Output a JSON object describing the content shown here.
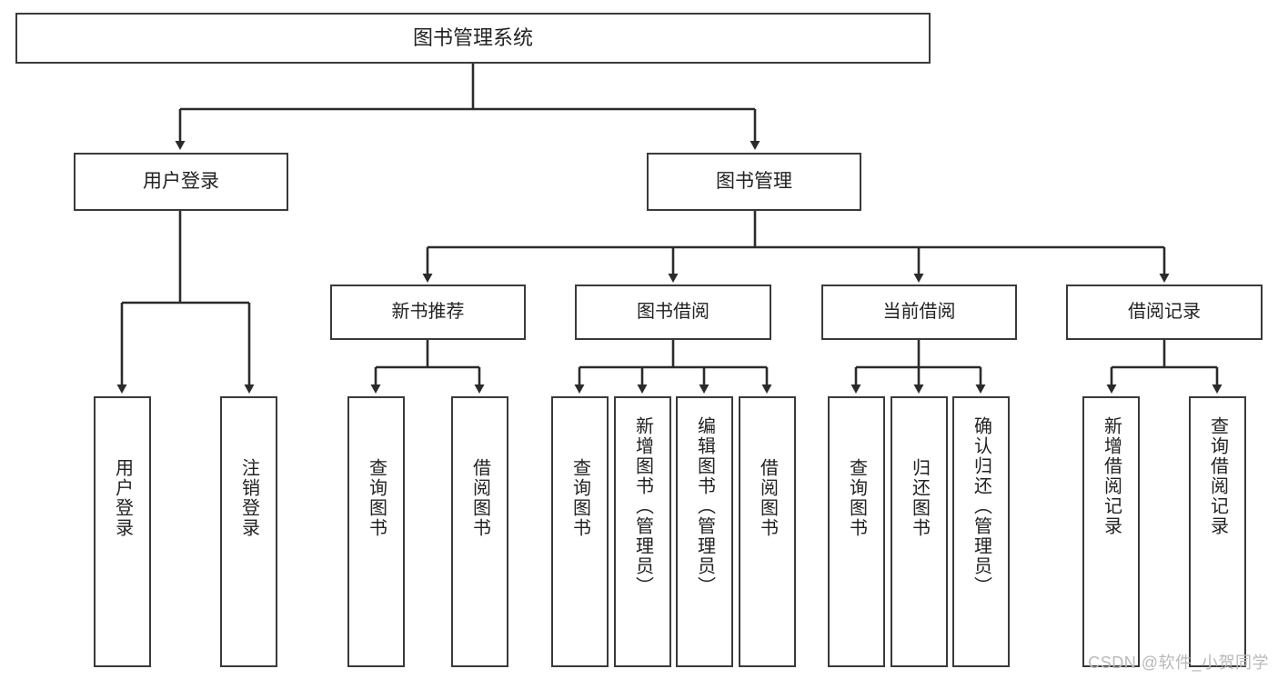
{
  "diagram": {
    "title": "图书管理系统",
    "type": "tree-structure-chart",
    "orientation": "top-down",
    "box_border_color": "#3a3a3a",
    "box_fill_color": "#ffffff",
    "connector_color": "#2b2b2b",
    "text_color": "#222222"
  },
  "nodes": {
    "root": {
      "label": "图书管理系统"
    },
    "level2": [
      {
        "label": "用户登录"
      },
      {
        "label": "图书管理"
      }
    ],
    "level3": [
      {
        "label": "新书推荐"
      },
      {
        "label": "图书借阅"
      },
      {
        "label": "当前借阅"
      },
      {
        "label": "借阅记录"
      }
    ],
    "leaves": {
      "user_login": [
        {
          "label": "用户登录"
        },
        {
          "label": "注销登录"
        }
      ],
      "new_book_recommend": [
        {
          "label": "查询图书"
        },
        {
          "label": "借阅图书"
        }
      ],
      "book_borrow": [
        {
          "label": "查询图书"
        },
        {
          "label": "新增图书（管理员）"
        },
        {
          "label": "编辑图书（管理员）"
        },
        {
          "label": "借阅图书"
        }
      ],
      "current_borrow": [
        {
          "label": "查询图书"
        },
        {
          "label": "归还图书"
        },
        {
          "label": "确认归还（管理员）"
        }
      ],
      "borrow_record": [
        {
          "label": "新增借阅记录"
        },
        {
          "label": "查询借阅记录"
        }
      ]
    }
  },
  "watermark": {
    "text": "CSDN @软件_小贺同学"
  }
}
